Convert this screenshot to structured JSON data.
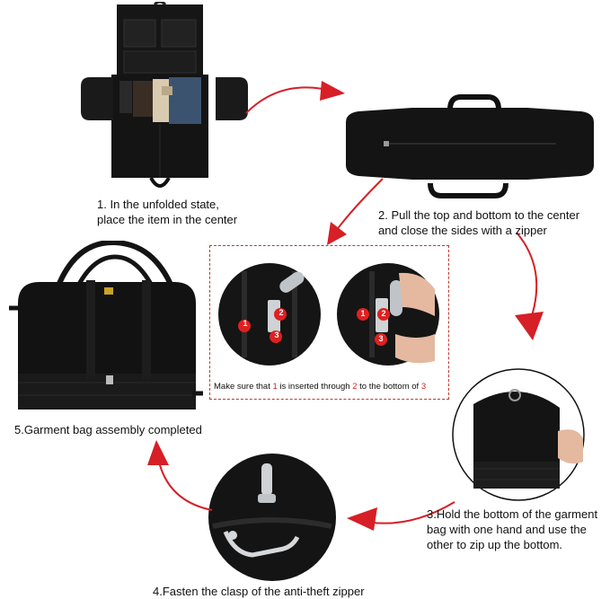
{
  "steps": {
    "step1_line1": "1. In the unfolded state,",
    "step1_line2": "place the item in the center",
    "step2_line1": "2. Pull the top and bottom to the center",
    "step2_line2": "and close the sides with a zipper",
    "step3_line1": "3.Hold the bottom of the garment",
    "step3_line2": "bag with one hand and use the",
    "step3_line3": "other to zip up the bottom.",
    "step4": "4.Fasten the clasp of the anti-theft zipper",
    "step5": "5.Garment bag assembly completed"
  },
  "note": {
    "prefix": "Make sure that ",
    "n1": "1",
    "mid1": " is inserted through ",
    "n2": "2",
    "mid2": " to the bottom of ",
    "n3": "3"
  },
  "markers": {
    "one": "1",
    "two": "2",
    "three": "3"
  },
  "colors": {
    "arrow": "#d61f26",
    "bag": "#121212",
    "marker": "#e02020"
  },
  "icons": {
    "arrow": "red-curved-arrow",
    "zipper": "zipper-pull-icon"
  }
}
